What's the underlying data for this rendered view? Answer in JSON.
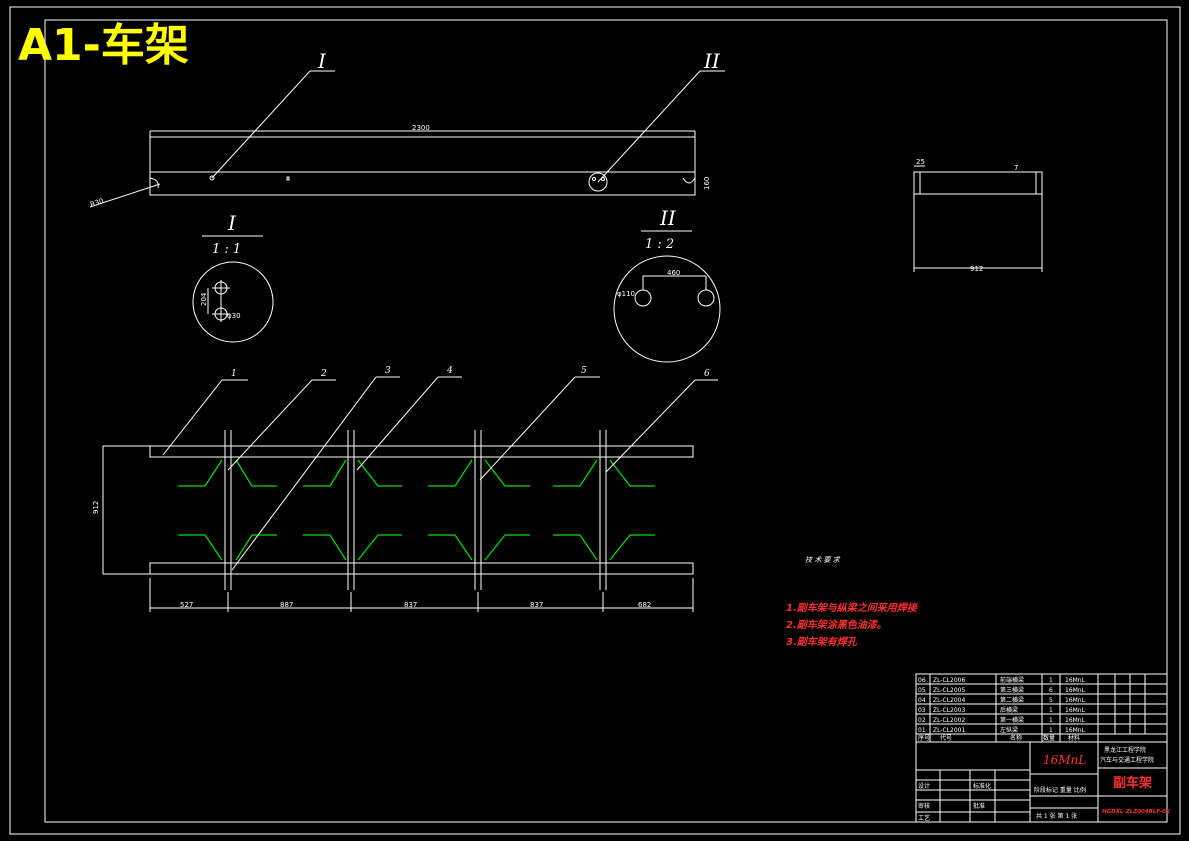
{
  "sheet_title": "A1-车架",
  "detail_marks": {
    "detail1": "I",
    "detail2": "II"
  },
  "detail_scales": {
    "detail1": "1 : 1",
    "detail2": "1 : 2"
  },
  "dims": {
    "top_length": "2300",
    "slot_label": "R30",
    "side_height": "160",
    "hole_center_dist": "460",
    "hole_dia": "φ110",
    "small_dim_1": "204",
    "small_dim_2": "φ30",
    "section_width": "912",
    "section_small": "25",
    "section_small2": "7",
    "frame_width": "912",
    "spacing": [
      "527",
      "887",
      "837",
      "837",
      "682"
    ]
  },
  "part_callouts": [
    "1",
    "2",
    "3",
    "4",
    "5",
    "6"
  ],
  "tech_requirements": {
    "heading": "技 术 要 求",
    "items": [
      "1.副车架与纵梁之间采用焊接",
      "2.副车架涂黑色油漆。",
      "3.副车架有焊孔"
    ]
  },
  "bom": {
    "rows": [
      {
        "no": "06",
        "code": "ZL-CL2006",
        "name": "前端横梁",
        "qty": "1",
        "mat": "16MnL"
      },
      {
        "no": "05",
        "code": "ZL-CL2005",
        "name": "第三横梁",
        "qty": "6",
        "mat": "16MnL"
      },
      {
        "no": "04",
        "code": "ZL-CL2004",
        "name": "第二横梁",
        "qty": "5",
        "mat": "16MnL"
      },
      {
        "no": "03",
        "code": "ZL-CL2003",
        "name": "后横梁",
        "qty": "1",
        "mat": "16MnL"
      },
      {
        "no": "02",
        "code": "ZL-CL2002",
        "name": "第一横梁",
        "qty": "1",
        "mat": "16MnL"
      },
      {
        "no": "01",
        "code": "ZL-CL2001",
        "name": "左纵梁",
        "qty": "1",
        "mat": "16MnL"
      }
    ],
    "header": {
      "no": "序号",
      "code": "代号",
      "name": "名称",
      "qty": "数量",
      "mat": "材料"
    }
  },
  "title_block": {
    "material": "16MnL",
    "school": "黑龙江工程学院",
    "dept": "汽车与交通工程学院",
    "part_name": "副车架",
    "drawing_no": "HGDXL-ZLZ004BLF-05",
    "sheet_info": "共 1 张  第 1 张",
    "labels": [
      "设计",
      "审核",
      "工艺",
      "标准化",
      "批准"
    ],
    "scale_label": "阶段标记  重量  比例"
  }
}
